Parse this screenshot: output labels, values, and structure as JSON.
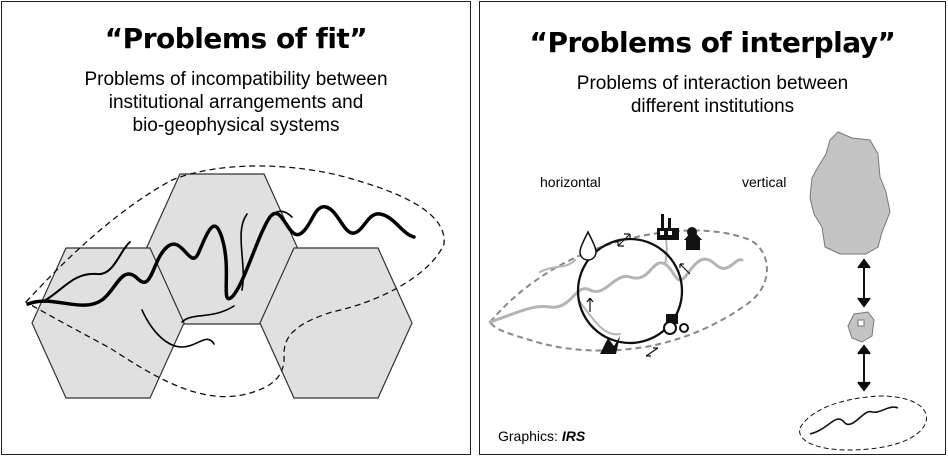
{
  "left_panel": {
    "title": "“Problems of fit”",
    "subtitle_lines": [
      "Problems of incompatibility between",
      "institutional arrangements and",
      "bio-geophysical systems"
    ]
  },
  "right_panel": {
    "title": "“Problems of interplay”",
    "subtitle_lines": [
      "Problems of interaction between",
      "different institutions"
    ],
    "label_horizontal": "horizontal",
    "label_vertical": "vertical",
    "credit_prefix": "Graphics: ",
    "credit_name": "IRS"
  },
  "colors": {
    "hex_fill": "#e0e0e0",
    "map_fill": "#c4c4c4",
    "river_gray": "#b4b4b4",
    "border": "#222222"
  },
  "icons": [
    "water-drop-icon",
    "factory-icon",
    "house-trees-icon",
    "tractor-icon",
    "bird-icon",
    "germany-map-icon",
    "state-map-icon",
    "catchment-icon"
  ]
}
